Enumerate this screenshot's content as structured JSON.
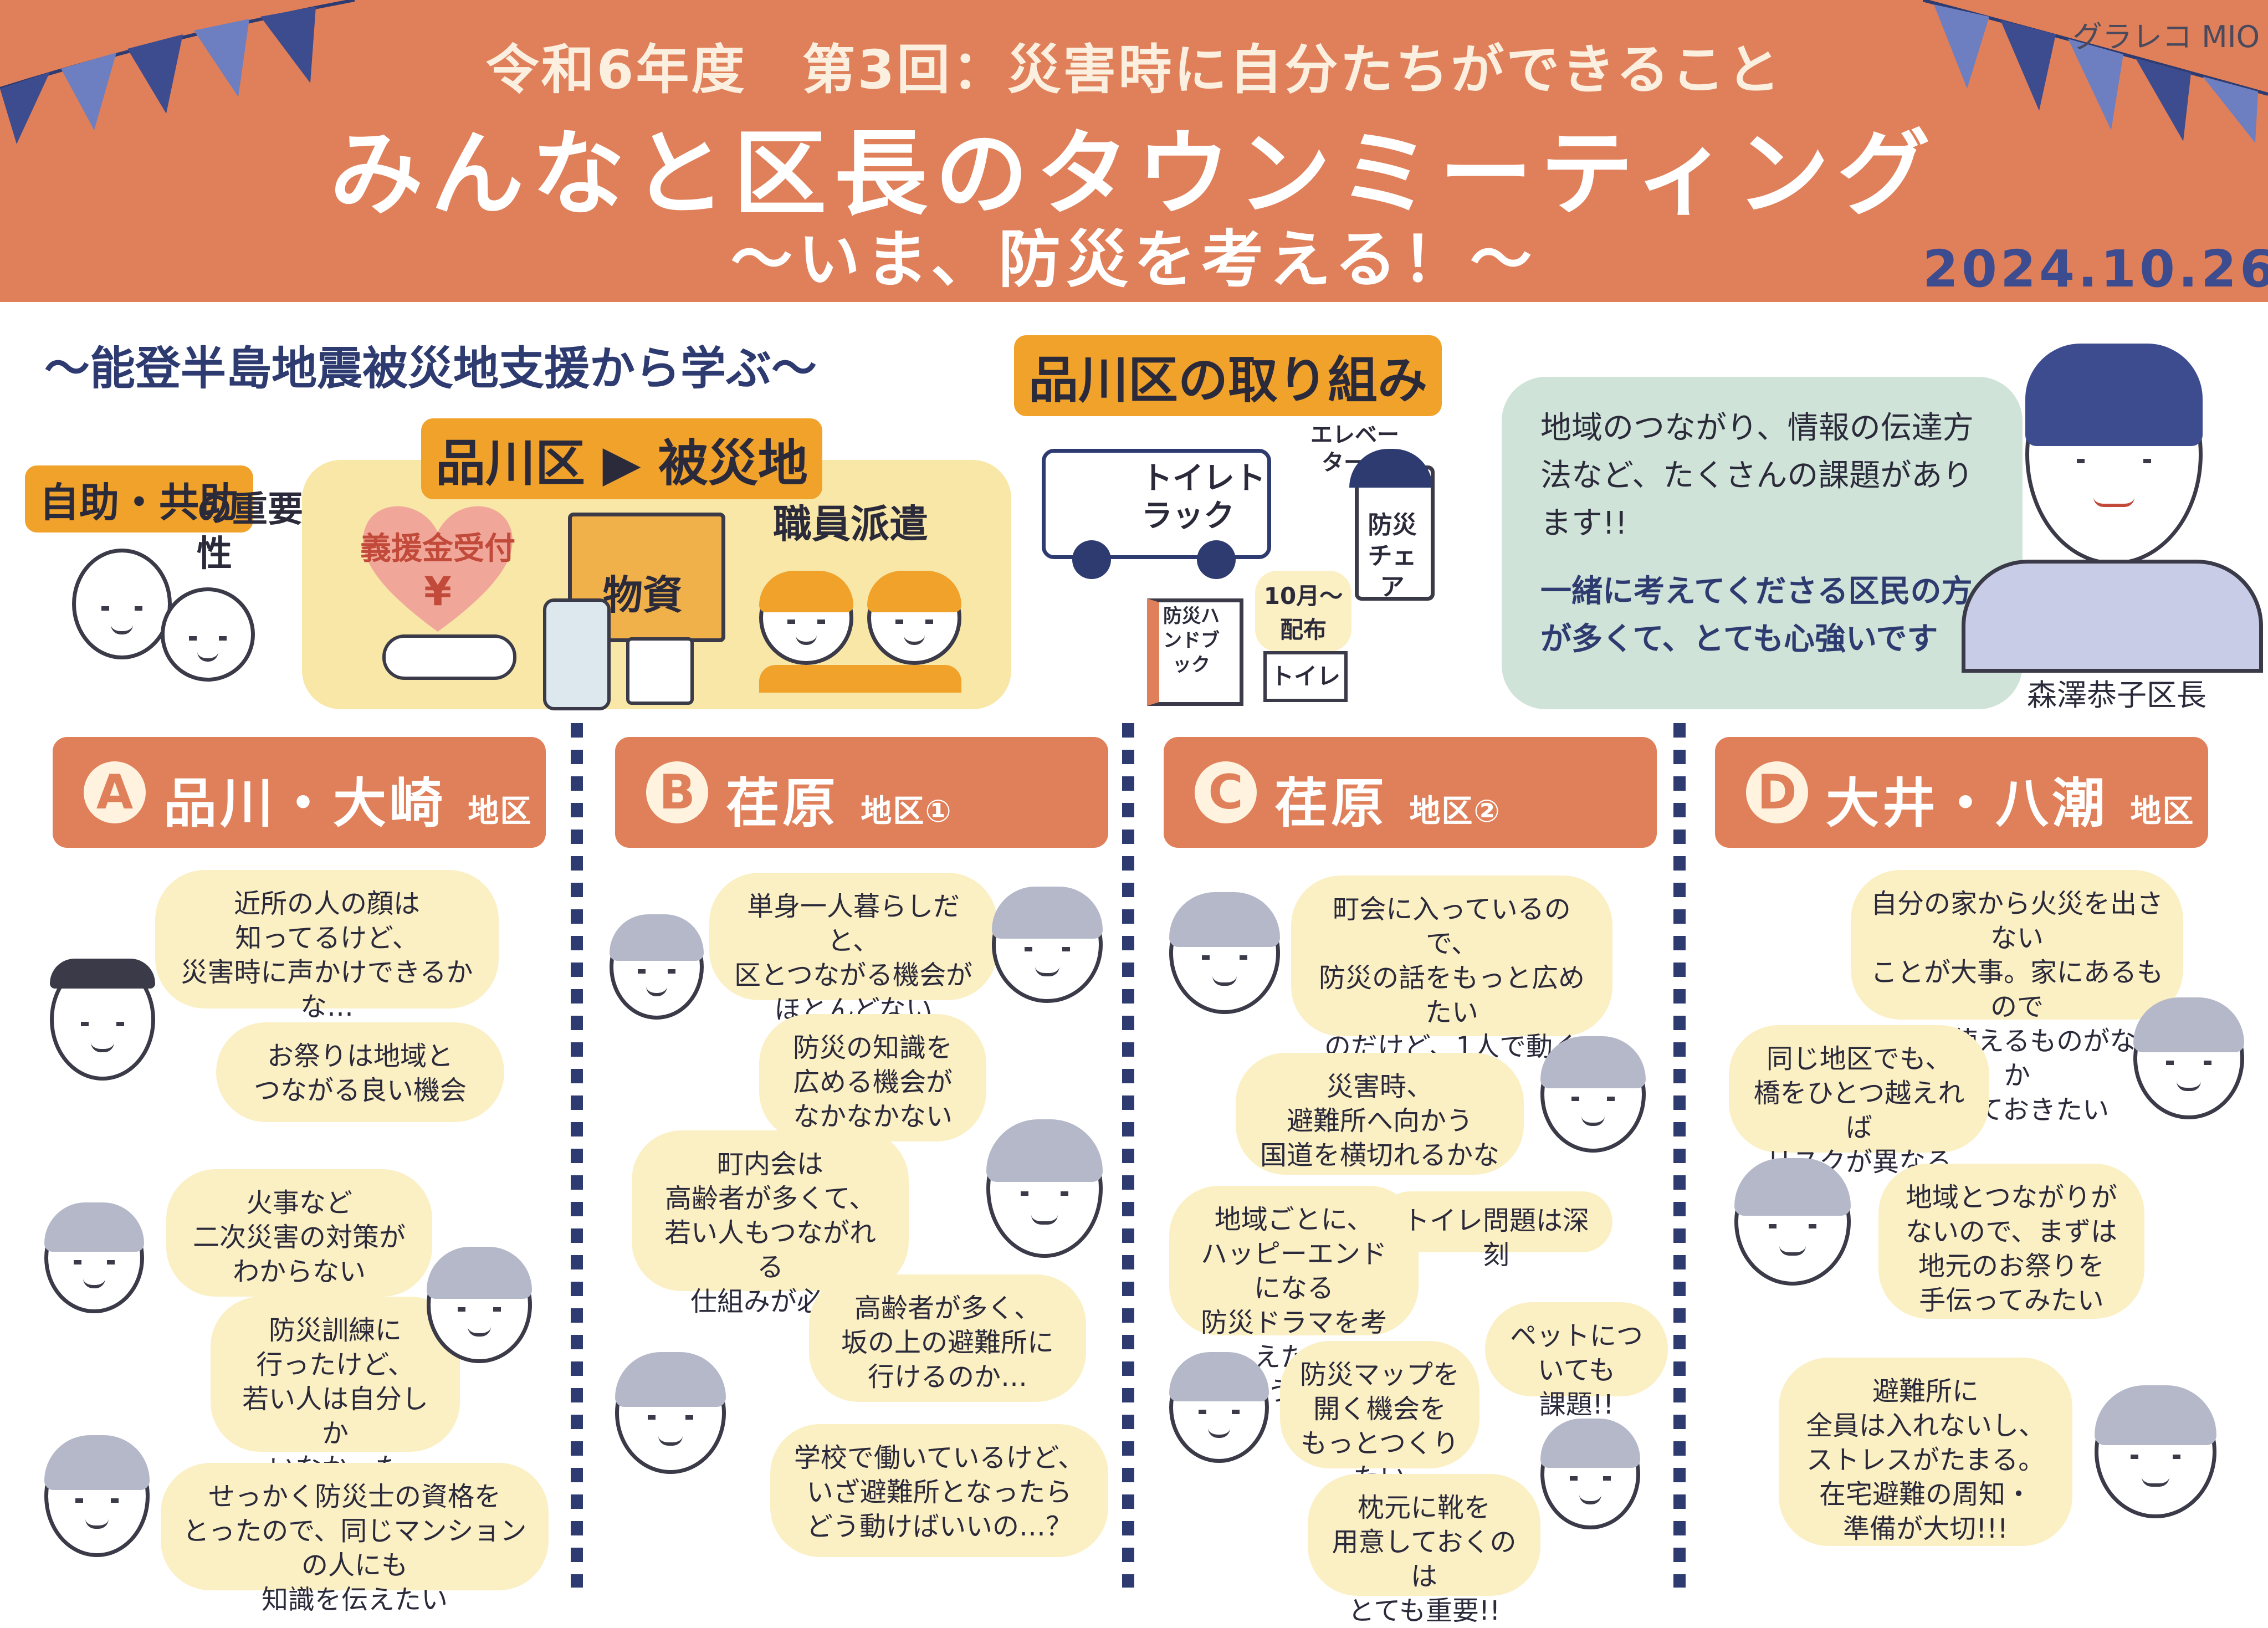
{
  "header": {
    "subtitle": "令和6年度　第3回：災害時に自分たちができること",
    "title": "みんなと区長のタウンミーティング",
    "theme": "〜いま、防災を考える！〜",
    "date": "2024.10.26",
    "logo": "グラレコ MIO"
  },
  "colors": {
    "header_bg": "#e0805a",
    "navy": "#2e3b70",
    "cream": "#f8e7a6",
    "orange_tag": "#f0a22a",
    "mint": "#cfe3d8",
    "bubble": "#fbefc4"
  },
  "noto": {
    "heading": "〜能登半島地震被災地支援から学ぶ〜",
    "self_help_tag": "自助・共助",
    "self_help_rest": "の重要性",
    "flow_from": "品川区",
    "flow_to": "被災地",
    "donation": "義援金受付",
    "yen": "¥",
    "goods": "物資",
    "staff": "職員派遣"
  },
  "shinagawa": {
    "heading": "品川区の取り組み",
    "truck": "トイレトラック",
    "elevator": "エレベーター内",
    "chair": "防災チェア",
    "handbook": "防災ハンドブック",
    "distribution": "10月〜配布",
    "toilet": "トイレ"
  },
  "mayor": {
    "line1": "地域のつながり、情報の伝達方法など、たくさんの課題があります!!",
    "line2": "一緒に考えてくださる区民の方が多くて、とても心強いです",
    "name": "森澤恭子区長"
  },
  "districts": [
    {
      "letter": "A",
      "name": "品川・大崎",
      "suffix": "地区",
      "comments": [
        "近所の人の顔は\n知ってるけど、\n災害時に声かけできるかな…",
        "お祭りは地域と\nつながる良い機会",
        "火事など\n二次災害の対策が\nわからない",
        "防災訓練に\n行ったけど、\n若い人は自分しか\nいなかった",
        "せっかく防災士の資格を\nとったので、同じマンションの人にも\n知識を伝えたい"
      ]
    },
    {
      "letter": "B",
      "name": "荏原",
      "suffix": "地区①",
      "comments": [
        "単身一人暮らしだと、\n区とつながる機会が\nほとんどない",
        "防災の知識を\n広める機会が\nなかなかない",
        "町内会は\n高齢者が多くて、\n若い人もつながれる\n仕組みが必要",
        "高齢者が多く、\n坂の上の避難所に\n行けるのか…",
        "学校で働いているけど、\nいざ避難所となったら\nどう動けばいいの…？"
      ]
    },
    {
      "letter": "C",
      "name": "荏原",
      "suffix": "地区②",
      "comments": [
        "町会に入っているので、\n防災の話をもっと広めたい\nのだけど、1人で動くのは\n大変で…",
        "災害時、\n避難所へ向かう\n国道を横切れるかな",
        "地域ごとに、\nハッピーエンドになる\n防災ドラマを考えたら\nどうかな",
        "トイレ問題は深刻",
        "防災マップを\n開く機会を\nもっとつくりたい",
        "ペットについても\n課題!!",
        "枕元に靴を\n用意しておくのは\nとても重要!!"
      ]
    },
    {
      "letter": "D",
      "name": "大井・八潮",
      "suffix": "地区",
      "comments": [
        "自分の家から火災を出さない\nことが大事。家にあるもので\n消火に使えるものがないか\n考えておきたい",
        "同じ地区でも、\n橋をひとつ越えれば\nリスクが異なる",
        "地域とつながりが\nないので、まずは\n地元のお祭りを\n手伝ってみたい",
        "避難所に\n全員は入れないし、\nストレスがたまる。\n在宅避難の周知・\n準備が大切!!!"
      ]
    }
  ]
}
